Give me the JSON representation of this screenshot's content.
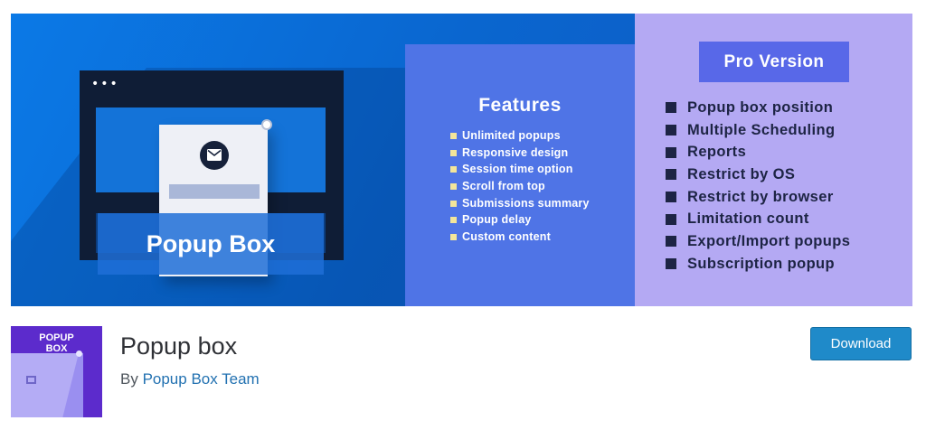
{
  "banner": {
    "browser_dots": "•••",
    "popup_title": "Popup Box",
    "features_title": "Features",
    "features": [
      "Unlimited popups",
      "Responsive design",
      "Session time option",
      "Scroll from top",
      "Submissions summary",
      "Popup delay",
      "Custom content"
    ],
    "pro_label": "Pro Version",
    "pro_features": [
      "Popup box position",
      "Multiple Scheduling",
      "Reports",
      "Restrict by OS",
      "Restrict by browser",
      "Limitation count",
      "Export/Import popups",
      "Subscription popup"
    ],
    "icons": {
      "mail": "mail-icon",
      "close": "close-dot-icon"
    },
    "colors": {
      "banner_blue": "#0a6fd6",
      "features_bg": "#4f74e6",
      "pro_bg": "#b4a9f3",
      "pro_button": "#5868e8",
      "feature_bullet": "#f3e59a",
      "pro_text": "#1d2444"
    }
  },
  "plugin": {
    "icon_text_line1": "POPUP",
    "icon_text_line2": "BOX",
    "name": "Popup box",
    "author_prefix": "By ",
    "author_name": "Popup Box Team",
    "download_label": "Download",
    "colors": {
      "icon_bg": "#5c2bcc",
      "download_bg": "#1f8ac9",
      "link": "#2271b1"
    }
  }
}
